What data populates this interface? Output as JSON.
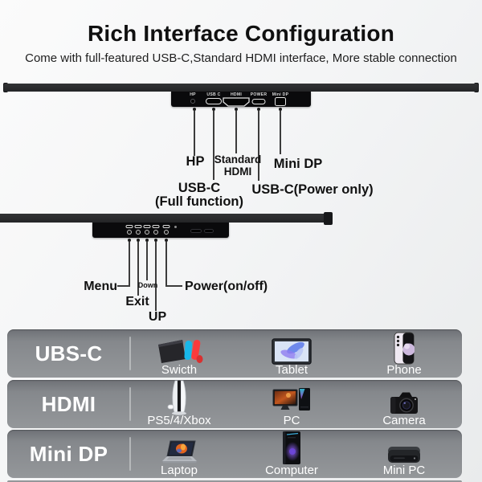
{
  "header": {
    "title": "Rich Interface Configuration",
    "subtitle": "Come with full-featured USB-C,Standard HDMI interface, More stable connection"
  },
  "top_monitor": {
    "ports": [
      {
        "name": "headphone-jack",
        "label": "HP"
      },
      {
        "name": "usb-c",
        "label": "USB C"
      },
      {
        "name": "hdmi",
        "label": "HDMI"
      },
      {
        "name": "power-usb-c",
        "label": "POWER"
      },
      {
        "name": "mini-dp",
        "label": "Mini DP"
      }
    ],
    "callouts": {
      "hp": "HP",
      "standard_hdmi_line1": "Standard",
      "standard_hdmi_line2": "HDMI",
      "mini_dp": "Mini DP",
      "usb_c_full_line1": "USB-C",
      "usb_c_full_line2": "(Full function)",
      "usb_c_power": "USB-C(Power only)"
    }
  },
  "bottom_monitor": {
    "callouts": {
      "menu": "Menu",
      "exit": "Exit",
      "down": "Down",
      "up": "UP",
      "power": "Power(on/off)"
    }
  },
  "table": {
    "rows": [
      {
        "header": "UBS-C",
        "items": [
          {
            "icon": "nintendo-switch",
            "label": "Swicth"
          },
          {
            "icon": "tablet",
            "label": "Tablet"
          },
          {
            "icon": "smartphone",
            "label": "Phone"
          }
        ]
      },
      {
        "header": "HDMI",
        "items": [
          {
            "icon": "ps5-console",
            "label": "PS5/4/Xbox"
          },
          {
            "icon": "gaming-pc",
            "label": "PC"
          },
          {
            "icon": "dslr-camera",
            "label": "Camera"
          }
        ]
      },
      {
        "header": "Mini DP",
        "items": [
          {
            "icon": "laptop",
            "label": "Laptop"
          },
          {
            "icon": "desktop-tower",
            "label": "Computer"
          },
          {
            "icon": "mini-pc",
            "label": "Mini PC"
          }
        ]
      }
    ]
  },
  "colors": {
    "row_background": "#85888c",
    "panel_black": "#0a0a0c",
    "monitor_bar": "#2a2b2d",
    "joycon_blue": "#18b7e9",
    "joycon_red": "#fb3b3b",
    "tower_glow_purple": "#8a5cf0",
    "laptop_flame_orange": "#e2641f",
    "callout_text": "#111111",
    "label_text": "#ffffff"
  }
}
